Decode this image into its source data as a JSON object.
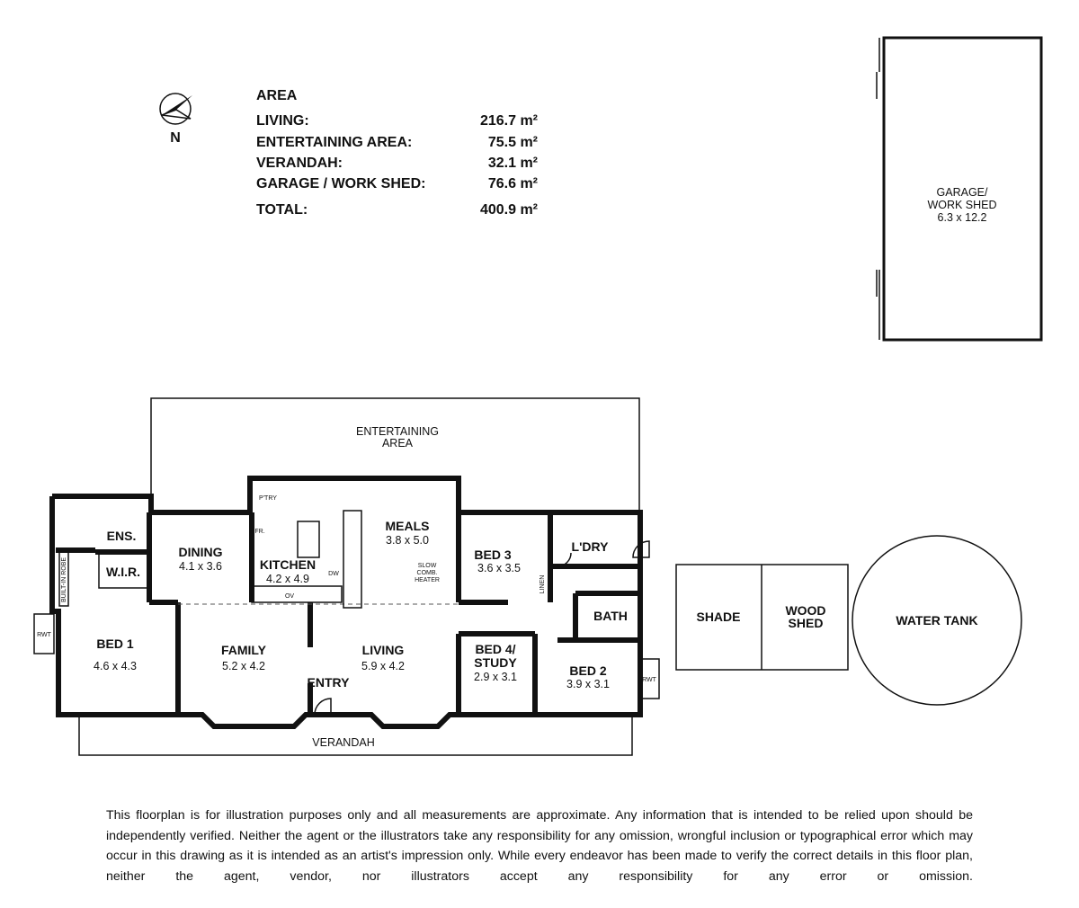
{
  "compass": {
    "label": "N"
  },
  "area": {
    "heading": "AREA",
    "rows": [
      {
        "label": "LIVING:",
        "value": "216.7 m²"
      },
      {
        "label": "ENTERTAINING AREA:",
        "value": "75.5 m²"
      },
      {
        "label": "VERANDAH:",
        "value": "32.1 m²"
      },
      {
        "label": "GARAGE / WORK SHED:",
        "value": "76.6 m²"
      }
    ],
    "total": {
      "label": "TOTAL:",
      "value": "400.9 m²"
    }
  },
  "rooms": {
    "garage": {
      "name1": "GARAGE/",
      "name2": "WORK SHED",
      "dims": "6.3 x 12.2"
    },
    "entertaining": {
      "name1": "ENTERTAINING",
      "name2": "AREA"
    },
    "ens": {
      "name": "ENS."
    },
    "wir": {
      "name": "W.I.R."
    },
    "robe": {
      "name": "BUILT-IN ROBE"
    },
    "dining": {
      "name": "DINING",
      "dims": "4.1 x 3.6"
    },
    "kitchen": {
      "name": "KITCHEN",
      "dims": "4.2 x 4.9"
    },
    "pantry": {
      "name": "P'TRY"
    },
    "fridge": {
      "name": "FR."
    },
    "dishwasher": {
      "name": "DW"
    },
    "oven": {
      "name": "OV"
    },
    "meals": {
      "name": "MEALS",
      "dims": "3.8 x 5.0"
    },
    "heater": {
      "l1": "SLOW",
      "l2": "COMB.",
      "l3": "HEATER"
    },
    "bed3": {
      "name": "BED 3",
      "dims": "3.6 x 3.5"
    },
    "linen": {
      "name": "LINEN"
    },
    "laundry": {
      "name": "L'DRY"
    },
    "bath": {
      "name": "BATH"
    },
    "bed1": {
      "name": "BED 1",
      "dims": "4.6 x 4.3"
    },
    "family": {
      "name": "FAMILY",
      "dims": "5.2 x 4.2"
    },
    "living": {
      "name": "LIVING",
      "dims": "5.9 x 4.2"
    },
    "entry": {
      "name": "ENTRY"
    },
    "bed4": {
      "name1": "BED 4/",
      "name2": "STUDY",
      "dims": "2.9 x 3.1"
    },
    "bed2": {
      "name": "BED 2",
      "dims": "3.9 x 3.1"
    },
    "rwt": {
      "name": "RWT"
    },
    "verandah": {
      "name": "VERANDAH"
    },
    "shade": {
      "name": "SHADE"
    },
    "woodshed": {
      "name1": "WOOD",
      "name2": "SHED"
    },
    "tank": {
      "name": "WATER TANK"
    }
  },
  "disclaimer": "This floorplan is for illustration purposes only and all measurements are approximate. Any information that is intended to be relied upon should be independently verified. Neither the agent or the illustrators take any responsibility for any omission, wrongful inclusion or typographical error which may occur in this drawing as it is intended as an artist's impression only. While every endeavor has been made to verify the correct details in this floor plan, neither the agent, vendor, nor illustrators accept any responsibility for any error or omission."
}
